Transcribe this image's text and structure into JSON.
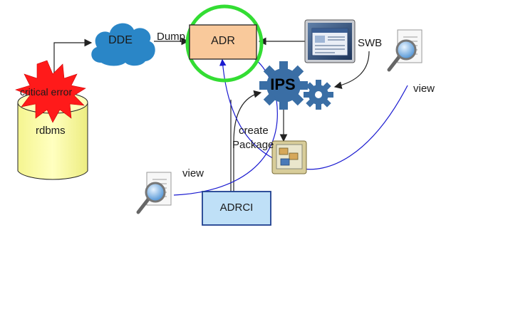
{
  "diagram": {
    "nodes": {
      "dde": "DDE",
      "adr": "ADR",
      "ips": "IPS",
      "adrci": "ADRCI",
      "rdbms": "rdbms",
      "critical_error": "critical error",
      "swb": "SWB"
    },
    "edges": {
      "dump": "Dump",
      "create": "create",
      "package": "Package",
      "view_left": "view",
      "view_right": "view"
    },
    "icons": [
      "cloud-icon",
      "error-burst-icon",
      "database-cylinder-icon",
      "monitor-icon",
      "gear-icon",
      "package-icon",
      "magnifier-document-icon"
    ],
    "colors": {
      "adr_fill": "#f9c99b",
      "highlight_ring": "#33dd33",
      "adrci_fill": "#bfe0f7",
      "adrci_border": "#1f3f8f",
      "cloud": "#2a86c7",
      "gear": "#3a6ea5",
      "cylinder": "#ffffa8",
      "burst": "#ff1a1a",
      "view_link": "#1a1ad0"
    }
  }
}
